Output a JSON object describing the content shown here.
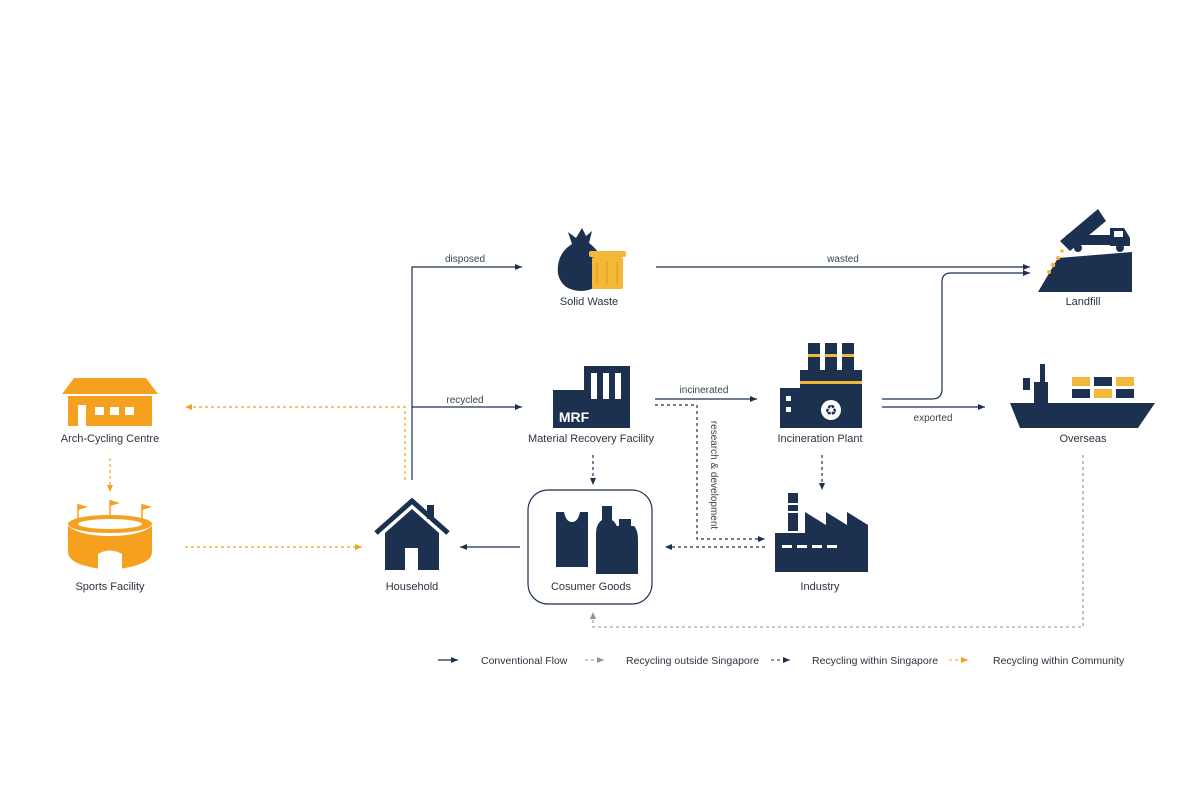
{
  "colors": {
    "navy": "#1c3150",
    "orange": "#f5a01e",
    "yellow": "#f3b83a",
    "grey_line": "#8c939b"
  },
  "nodes": {
    "solid_waste": {
      "label": "Solid Waste",
      "icon": "trash-bag-bin-icon"
    },
    "landfill": {
      "label": "Landfill",
      "icon": "dump-truck-landfill-icon"
    },
    "mrf": {
      "label": "Material Recovery Facility",
      "icon": "mrf-building-icon",
      "badge": "MRF"
    },
    "incineration": {
      "label": "Incineration Plant",
      "icon": "incineration-plant-icon"
    },
    "overseas": {
      "label": "Overseas",
      "icon": "cargo-ship-icon"
    },
    "arch_cycling": {
      "label": "Arch-Cycling Centre",
      "icon": "arch-cycling-building-icon"
    },
    "sports": {
      "label": "Sports Facility",
      "icon": "stadium-icon"
    },
    "household": {
      "label": "Household",
      "icon": "house-icon"
    },
    "consumer_goods": {
      "label": "Cosumer Goods",
      "icon": "bottles-bag-icon"
    },
    "industry": {
      "label": "Industry",
      "icon": "factory-icon"
    }
  },
  "edges": {
    "disposed": "disposed",
    "wasted": "wasted",
    "recycled": "recycled",
    "incinerated": "incinerated",
    "exported": "exported",
    "research": "research & development"
  },
  "legend": [
    {
      "label": "Conventional Flow",
      "style": "solid",
      "color": "#1c3150"
    },
    {
      "label": "Recycling outside Singapore",
      "style": "dashed",
      "color": "#8c939b"
    },
    {
      "label": "Recycling within Singapore",
      "style": "dashed",
      "color": "#1c3150"
    },
    {
      "label": "Recycling within Community",
      "style": "dashed",
      "color": "#f5a01e"
    }
  ]
}
